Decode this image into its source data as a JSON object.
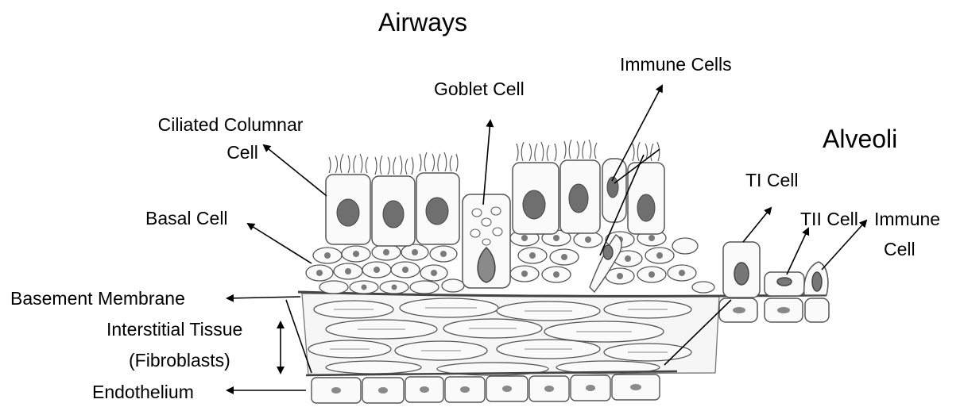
{
  "headings": {
    "airways": "Airways",
    "alveoli": "Alveoli"
  },
  "labels": {
    "immune_cells": "Immune Cells",
    "goblet_cell": "Goblet Cell",
    "ciliated_line1": "Ciliated Columnar",
    "ciliated_line2": "Cell",
    "basal_cell": "Basal Cell",
    "basement_membrane": "Basement Membrane",
    "interstitial_line1": "Interstitial Tissue",
    "interstitial_line2": "(Fibroblasts)",
    "endothelium": "Endothelium",
    "ti_cell": "TI Cell",
    "tii_cell": "TII Cell",
    "immune_cell_line1": "Immune",
    "immune_cell_line2": "Cell"
  },
  "colors": {
    "ink": "#1a1a1a",
    "cell_fill": "#fafafa",
    "nucleus": "#707070",
    "sketch": "#555555"
  }
}
